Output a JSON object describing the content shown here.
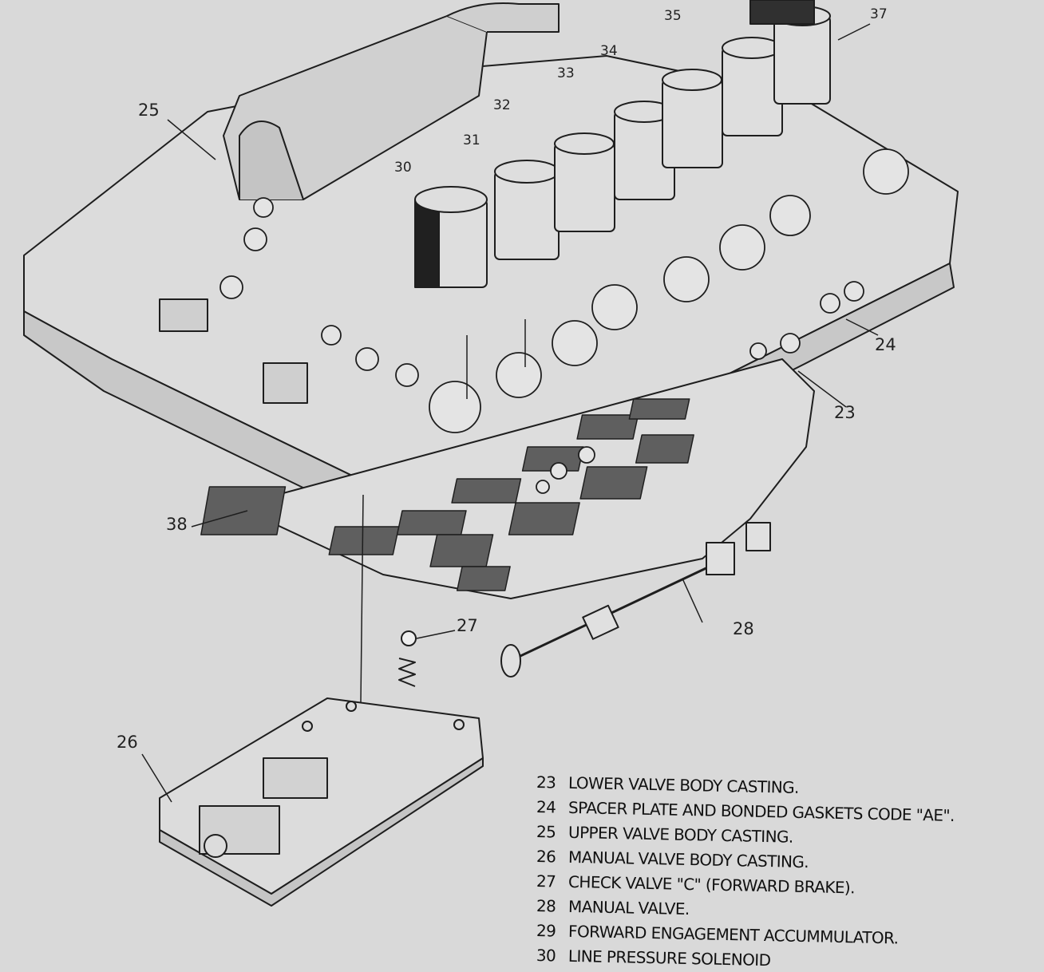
{
  "callouts": {
    "c23": "23",
    "c24": "24",
    "c25": "25",
    "c26": "26",
    "c27": "27",
    "c28": "28",
    "c30": "30",
    "c31": "31",
    "c32": "32",
    "c33": "33",
    "c34": "34",
    "c35": "35",
    "c37": "37",
    "c38": "38"
  },
  "legend": [
    {
      "num": "23",
      "text": "LOWER VALVE BODY CASTING."
    },
    {
      "num": "24",
      "text": "SPACER PLATE AND BONDED GASKETS  CODE \"AE\"."
    },
    {
      "num": "25",
      "text": "UPPER VALVE BODY CASTING."
    },
    {
      "num": "26",
      "text": "MANUAL VALVE BODY CASTING."
    },
    {
      "num": "27",
      "text": "CHECK VALVE \"C\"  (FORWARD BRAKE)."
    },
    {
      "num": "28",
      "text": "MANUAL VALVE."
    },
    {
      "num": "29",
      "text": "FORWARD ENGAGEMENT ACCUMMULATOR."
    },
    {
      "num": "30",
      "text": "LINE PRESSURE SOLENOID"
    }
  ]
}
